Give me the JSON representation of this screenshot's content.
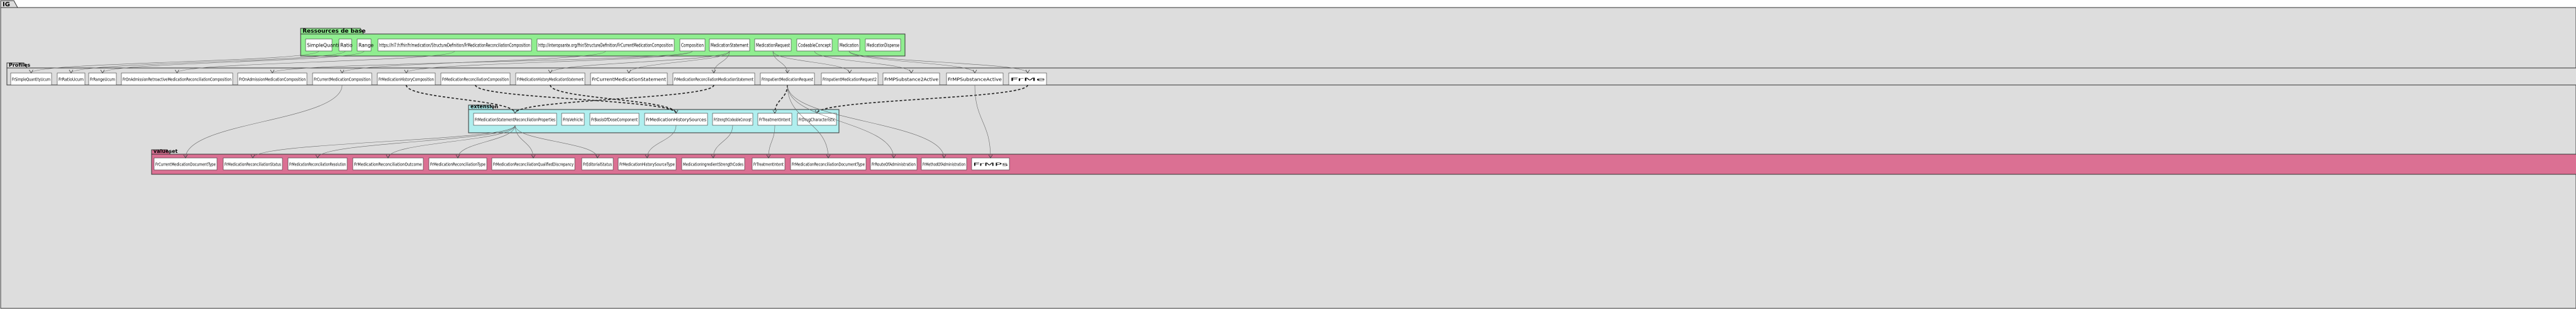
{
  "root": {
    "label": "IG"
  },
  "packages": {
    "base": {
      "label": "Ressources de base",
      "items": [
        "SimpleQuantity",
        "Ratio",
        "Range",
        "https://hl7.fr/fhir/fr/medication/StructureDefinition/FrMedicationReconciliationComposition",
        "http://interopsante.org/fhir/StructureDefinition/FrCurrentMedicationComposition",
        "Composition",
        "MedicationStatement",
        "MedicationRequest",
        "CodeableConcept",
        "Medication",
        "MedicationDispense"
      ]
    },
    "profiles": {
      "label": "Profiles",
      "items": [
        "FrSimpleQuantityUcum",
        "FrRatioUcum",
        "FrRangeUcum",
        "FrOnAdmissionRetroactiveMedicationReconciliationComposition",
        "FrOnAdmissionMedicationComposition",
        "FrCurrentMedicationComposition",
        "FrMedicationHistoryComposition",
        "FrMedicationReconciliationComposition",
        "FrMedicationHistoryMedicationStatement",
        "FrCurrentMedicationStatement",
        "FrMedicationReconciliationMedicationStatement",
        "FrInpatientMedicationRequest",
        "FrInpatientMedicationRequest2",
        "FrMPSubstance2Active",
        "FrMPSubstanceActive",
        "FrMe"
      ]
    },
    "extension": {
      "label": "extension",
      "items": [
        "FrMedicationStatementReconciliationProperties",
        "FrIsVehicle",
        "FrBasisOfDoseComponent",
        "FrMedicationHistorySources",
        "FrStrengthCodeableConcept",
        "FrTreatmentIntent",
        "FrDrugCharacteristic"
      ]
    },
    "valueset": {
      "label": "valueset",
      "items": [
        "FrCurrentMedicationDocumentType",
        "FrMedicationReconciliationStatus",
        "FrMedicationReconciliationResolution",
        "FrMedicationReconciliationOutcome",
        "FrMedicationReconciliationType",
        "FrMedicationReconciliationQualifiedDiscrepancy",
        "FrEditorialStatus",
        "FrMedicationHistorySourceType",
        "MedicationIngredientStrengthCodes",
        "FrTreatmentIntent",
        "FrMedicationReconciliationDocumentType",
        "FrRouteOfAdministration",
        "FrMethodOfAdministration",
        "FrMPs"
      ]
    }
  },
  "colors": {
    "root_fill": "#dddddd",
    "base_fill": "#90ee90",
    "profiles_fill": "#dddddd",
    "extension_fill": "#b0eeee",
    "valueset_fill": "#db7093",
    "node_fill": "#ffffff",
    "line": "#333333"
  }
}
